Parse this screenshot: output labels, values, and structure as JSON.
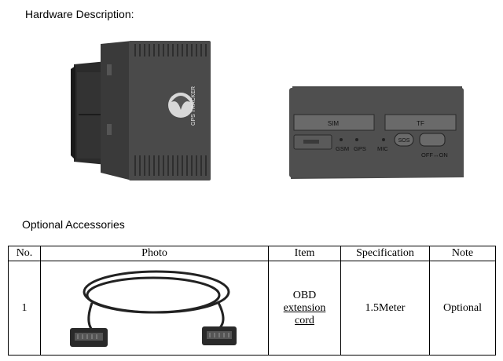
{
  "hardware": {
    "heading": "Hardware Description:",
    "front_label": "GPS TRACKER",
    "side_labels": {
      "sim": "SIM",
      "tf": "TF",
      "gsm": "GSM",
      "gps": "GPS",
      "mic": "MIC",
      "sos": "SOS",
      "switch": "OFF↔ON"
    }
  },
  "accessories": {
    "heading": "Optional Accessories",
    "columns": [
      "No.",
      "Photo",
      "Item",
      "Specification",
      "Note"
    ],
    "rows": [
      {
        "no": "1",
        "item_lines": [
          "OBD",
          "extension",
          "cord"
        ],
        "specification": "1.5Meter",
        "note": "Optional"
      }
    ]
  }
}
